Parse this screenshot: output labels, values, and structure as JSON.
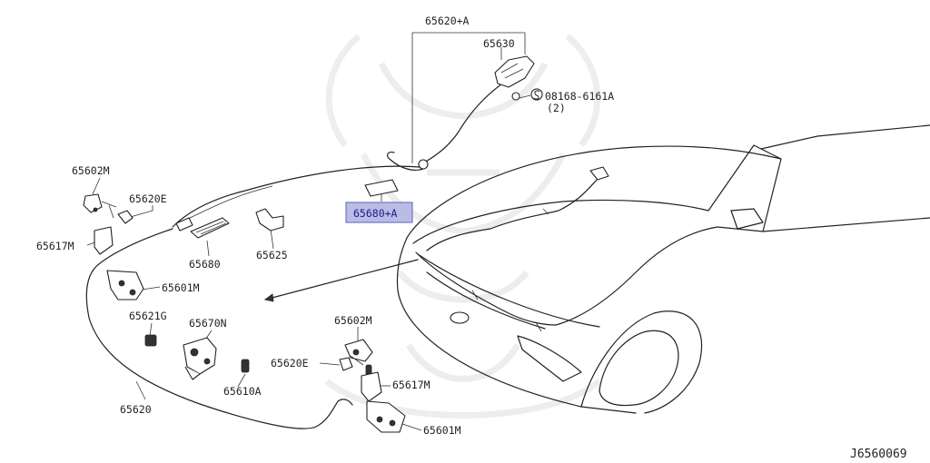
{
  "diagram_code": "J6560069",
  "highlighted_part": "65680+A",
  "parts": [
    {
      "id": "p65620A",
      "label": "65620+A"
    },
    {
      "id": "p65630",
      "label": "65630"
    },
    {
      "id": "pbolt",
      "label": "08168-6161A"
    },
    {
      "id": "pbolt_qty",
      "label": "(2)"
    },
    {
      "id": "p65602M_a",
      "label": "65602M"
    },
    {
      "id": "p65620E_a",
      "label": "65620E"
    },
    {
      "id": "p65617M_a",
      "label": "65617M"
    },
    {
      "id": "p65680A",
      "label": "65680+A"
    },
    {
      "id": "p65680",
      "label": "65680"
    },
    {
      "id": "p65625",
      "label": "65625"
    },
    {
      "id": "p65601M_a",
      "label": "65601M"
    },
    {
      "id": "p65621G",
      "label": "65621G"
    },
    {
      "id": "p65670N",
      "label": "65670N"
    },
    {
      "id": "p65602M_b",
      "label": "65602M"
    },
    {
      "id": "p65620E_b",
      "label": "65620E"
    },
    {
      "id": "p65610A",
      "label": "65610A"
    },
    {
      "id": "p65617M_b",
      "label": "65617M"
    },
    {
      "id": "p65620",
      "label": "65620"
    },
    {
      "id": "p65601M_b",
      "label": "65601M"
    }
  ]
}
